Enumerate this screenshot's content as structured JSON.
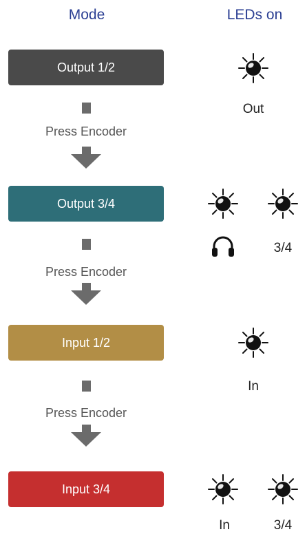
{
  "headers": {
    "mode": "Mode",
    "leds": "LEDs on"
  },
  "steps": [
    {
      "mode": "Output 1/2",
      "color": "#4a4a4a",
      "leds": [
        "Out"
      ]
    },
    {
      "mode": "Output 3/4",
      "color": "#2e6e78",
      "leds": [
        "headphones-icon",
        "3/4"
      ]
    },
    {
      "mode": "Input 1/2",
      "color": "#b28e46",
      "leds": [
        "In"
      ]
    },
    {
      "mode": "Input 3/4",
      "color": "#c52f2f",
      "leds": [
        "In",
        "3/4"
      ]
    }
  ],
  "transitions": [
    {
      "label": "Press Encoder"
    },
    {
      "label": "Press Encoder"
    },
    {
      "label": "Press Encoder"
    }
  ],
  "colors": {
    "header": "#2b3f93",
    "arrow": "#6b6b6b",
    "led_body": "#111111"
  }
}
